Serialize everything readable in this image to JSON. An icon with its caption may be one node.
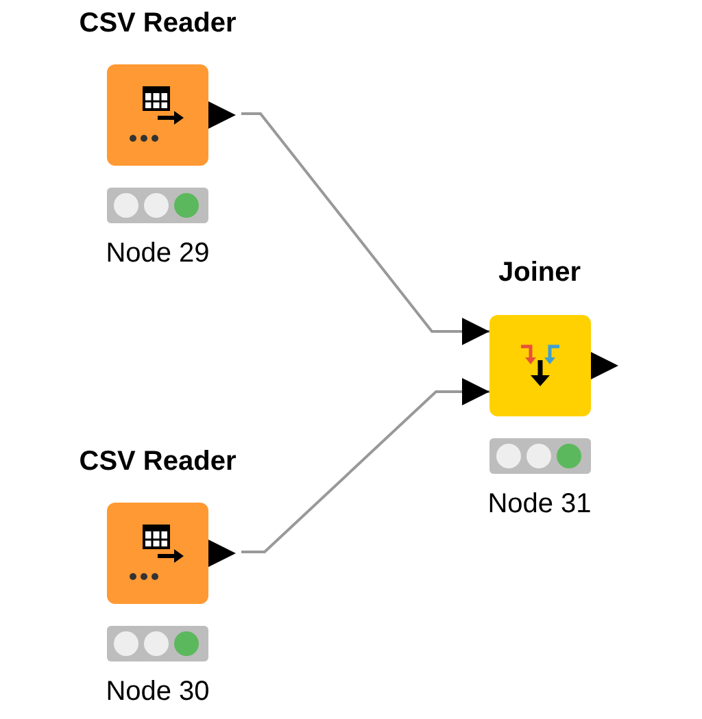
{
  "diagram": {
    "nodes": [
      {
        "text": [
          "CSV Reader"
        ],
        "beside": [
          "Node 29"
        ]
      },
      {
        "text": [
          "CSV Reader"
        ],
        "beside": [
          "Node 30"
        ]
      },
      {
        "text": [
          "Joiner"
        ],
        "beside": [
          "Node 31"
        ]
      }
    ],
    "edges": [
      {
        "from": 0,
        "to": 2,
        "arrow": "to"
      },
      {
        "from": 1,
        "to": 2,
        "arrow": "to"
      }
    ]
  }
}
